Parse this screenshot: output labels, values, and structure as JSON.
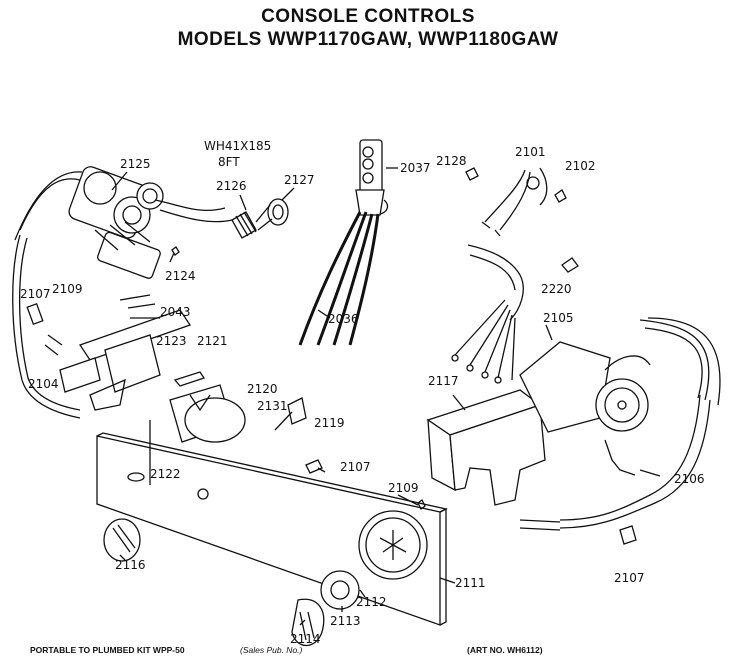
{
  "title": {
    "line1": "CONSOLE CONTROLS",
    "line2": "MODELS WWP1170GAW, WWP1180GAW"
  },
  "callouts": {
    "wh41x185": "WH41X185",
    "eight_ft": "8FT",
    "p2125": "2125",
    "p2126": "2126",
    "p2127": "2127",
    "p2037": "2037",
    "p2128": "2128",
    "p2101": "2101",
    "p2102": "2102",
    "p2124": "2124",
    "p2220": "2220",
    "p2107a": "2107",
    "p2109a": "2109",
    "p2043": "2043",
    "p2036": "2036",
    "p2105": "2105",
    "p2123": "2123",
    "p2121": "2121",
    "p2104": "2104",
    "p2117": "2117",
    "p2120": "2120",
    "p2131": "2131",
    "p2119": "2119",
    "p2122": "2122",
    "p2107b": "2107",
    "p2109b": "2109",
    "p2106": "2106",
    "p2116": "2116",
    "p2111": "2111",
    "p2112": "2112",
    "p2113": "2113",
    "p2114": "2114",
    "p2107c": "2107"
  },
  "footer": {
    "left": "PORTABLE TO PLUMBED KIT WPP-50",
    "mid": "(Sales Pub. No.)",
    "right": "(ART NO. WH6112)"
  }
}
